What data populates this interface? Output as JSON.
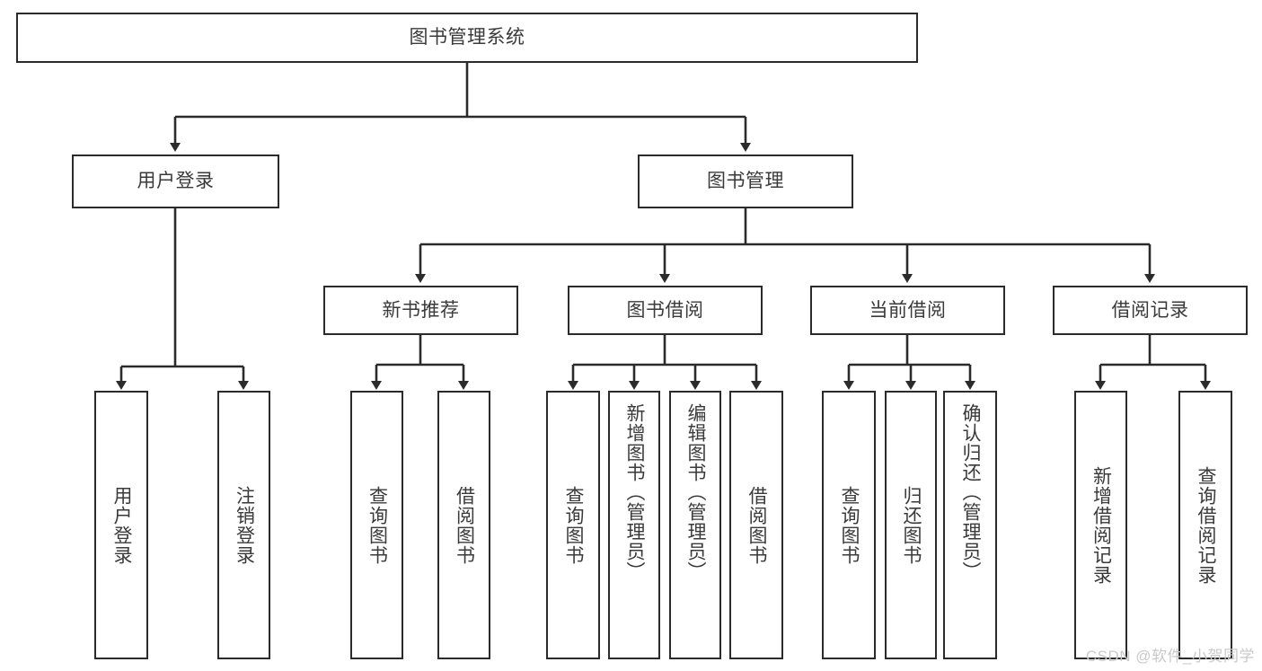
{
  "diagram": {
    "title": "图书管理系统",
    "type": "tree-hierarchy-chart",
    "watermark": "CSDN @软件_小贺同学",
    "colors": {
      "background": "#ffffff",
      "box_border": "#2b2b2b",
      "box_fill": "#ffffff",
      "text": "#3a3a3a",
      "connector": "#2b2b2b",
      "watermark": "#c9c9c9"
    },
    "root": {
      "label": "图书管理系统"
    },
    "level1": [
      {
        "label": "用户登录"
      },
      {
        "label": "图书管理"
      }
    ],
    "level2": [
      {
        "label": "新书推荐"
      },
      {
        "label": "图书借阅"
      },
      {
        "label": "当前借阅"
      },
      {
        "label": "借阅记录"
      }
    ],
    "leaves": {
      "user_login": [
        {
          "label": "用户登录"
        },
        {
          "label": "注销登录"
        }
      ],
      "new_book_recommend": [
        {
          "label": "查询图书"
        },
        {
          "label": "借阅图书"
        }
      ],
      "book_borrow": [
        {
          "label": "查询图书"
        },
        {
          "label": "新增图书（管理员）"
        },
        {
          "label": "编辑图书（管理员）"
        },
        {
          "label": "借阅图书"
        }
      ],
      "current_borrow": [
        {
          "label": "查询图书"
        },
        {
          "label": "归还图书"
        },
        {
          "label": "确认归还（管理员）"
        }
      ],
      "borrow_record": [
        {
          "label": "新增借阅记录"
        },
        {
          "label": "查询借阅记录"
        }
      ]
    }
  }
}
